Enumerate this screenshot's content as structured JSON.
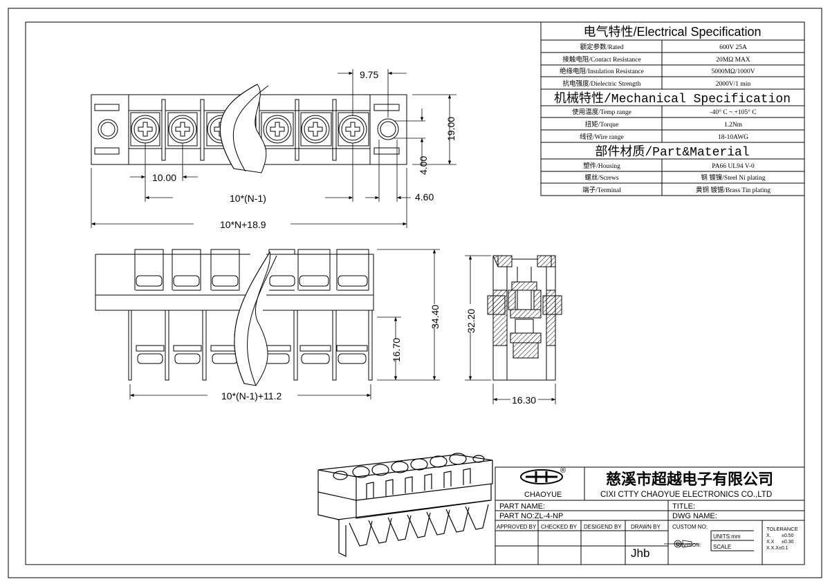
{
  "spec": {
    "electrical_title": "电气特性/Electrical Specification",
    "electrical_rows": [
      {
        "label": "额定参数/Rated",
        "value": "600V 25A"
      },
      {
        "label": "接触电阻/Contact Resistance",
        "value": "20MΩ MAX"
      },
      {
        "label": "绝缘电阻/Insulation Resistance",
        "value": "5000MΩ/1000V"
      },
      {
        "label": "抗电强度/Dielectric Strength",
        "value": "2000V/1 min"
      }
    ],
    "mechanical_title": "机械特性/Mechanical Specification",
    "mechanical_rows": [
      {
        "label": "使用温度/Temp range",
        "value": "-40° C ~ +105° C"
      },
      {
        "label": "扭矩/Torque",
        "value": "1.2Nm"
      },
      {
        "label": "线径/Wire range",
        "value": "18-10AWG"
      }
    ],
    "material_title": "部件材质/Part&Material",
    "material_rows": [
      {
        "label": "塑件/Housing",
        "value": "PA66 UL94 V-0"
      },
      {
        "label": "螺丝/Screws",
        "value": "钢 镀镍/Steel Ni plating"
      },
      {
        "label": "端子/Terminal",
        "value": "黄铜 镀锡/Brass Tin  plating"
      }
    ]
  },
  "dimensions": {
    "d_975": "9.75",
    "d_1900": "19.00",
    "d_400": "4.00",
    "d_1000": "10.00",
    "d_pitch": "10*(N-1)",
    "d_460": "4.60",
    "d_total": "10*N+18.9",
    "d_3440": "34.40",
    "d_3220": "32.20",
    "d_1670": "16.70",
    "d_bottom": "10*(N-1)+11.2",
    "d_1630": "16.30"
  },
  "title_block": {
    "logo_text": "CHAOYUE",
    "registered": "®",
    "company_cn": "慈溪市超越电子有限公司",
    "company_en": "CIXI CTTY CHAOYUE ELECTRONICS CO.,LTD",
    "part_name_label": "PART NAME:",
    "title_label": "TITLE:",
    "part_no": "PART NO:ZL-4-NP",
    "dwg_name_label": "DWG NAME:",
    "approved_by": "APPROVED BY",
    "checked_by": "CHECKED BY",
    "designed_by": "DESIGEND BY",
    "drawn_by": "DRAWN BY",
    "custom_no": "CUSTOM NO:",
    "units": "UNITS:mm",
    "revision": "REVISION:",
    "scale": "SCALE",
    "drawer": "Jhb",
    "tolerance_title": "TOLERANCE",
    "tol_1_key": "X.",
    "tol_1_val": "±0.50",
    "tol_2_key": "X.X",
    "tol_2_val": "±0.30",
    "tol_3_key": "X.X.X",
    "tol_3_val": "±0.1"
  },
  "colors": {
    "line": "#000000",
    "hatch": "#000000",
    "paper": "#ffffff"
  }
}
